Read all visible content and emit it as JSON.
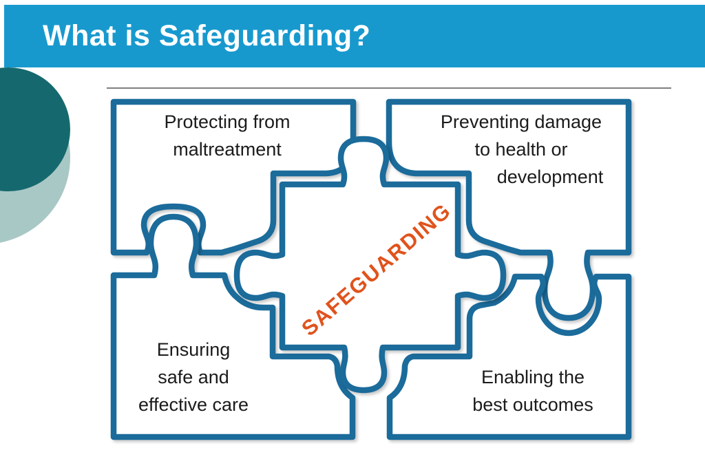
{
  "slide": {
    "title": "What is Safeguarding?"
  },
  "colors": {
    "header_blue": "#1899CE",
    "puzzle_blue": "#1B6B9B",
    "safeguarding_orange": "#E0531C",
    "circle_dark_teal": "#15696E",
    "circle_light_teal": "#A8C8C5",
    "divider_gray": "#7F7F7F"
  },
  "puzzle": {
    "center_label": "SAFEGUARDING",
    "pieces": [
      {
        "id": "top-left",
        "label": "Protecting from maltreatment",
        "lines": [
          "Protecting from",
          "maltreatment"
        ]
      },
      {
        "id": "top-right",
        "label": "Preventing damage to health or development",
        "lines": [
          "Preventing damage",
          "to health or",
          "development"
        ]
      },
      {
        "id": "bottom-left",
        "label": "Ensuring safe and effective care",
        "lines": [
          "Ensuring",
          "safe and",
          "effective care"
        ]
      },
      {
        "id": "bottom-right",
        "label": "Enabling the best outcomes",
        "lines": [
          "Enabling the",
          "best outcomes"
        ]
      }
    ]
  }
}
